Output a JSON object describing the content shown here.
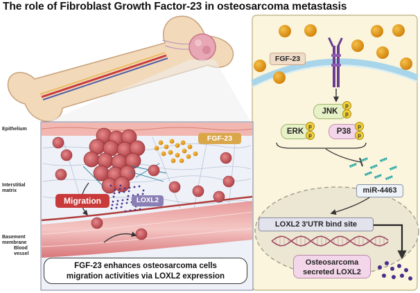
{
  "title": "The role of Fibroblast Growth Factor-23 in osteosarcoma metastasis",
  "tissue_labels": {
    "epithelium": "Epithelium",
    "interstitial_matrix": "Interstitial matrix",
    "basement_membrane": "Basement membrane",
    "blood_vessel": "Blood vessel"
  },
  "left_panel": {
    "fgf23": "FGF-23",
    "migration": "Migration",
    "loxl2": "LOXL2",
    "caption_line1": "FGF-23 enhances osteosarcoma cells",
    "caption_line2": "migration activities via LOXL2 expression"
  },
  "right_panel": {
    "fgf23": "FGF-23",
    "jnk": "JNK",
    "erk": "ERK",
    "p38": "P38",
    "phospho": "p",
    "mirna": "miR-4463",
    "bind_site": "LOXL2 3'UTR bind site",
    "secreted_line1": "Osteosarcoma",
    "secreted_line2": "secreted LOXL2"
  },
  "colors": {
    "fgf_ball": "#e8960f",
    "fgf_chip": "#d9a64a",
    "migration_red": "#c93a3a",
    "loxl2_purple": "#8a7fb5",
    "kinase_green": "#e6f1c7",
    "kinase_pink": "#f3d6e9",
    "phospho_yellow": "#f3d23a",
    "mirna_teal": "#2aa6a6",
    "cell_red": "#c4585c",
    "secreted_purple": "#4a2e8c"
  }
}
